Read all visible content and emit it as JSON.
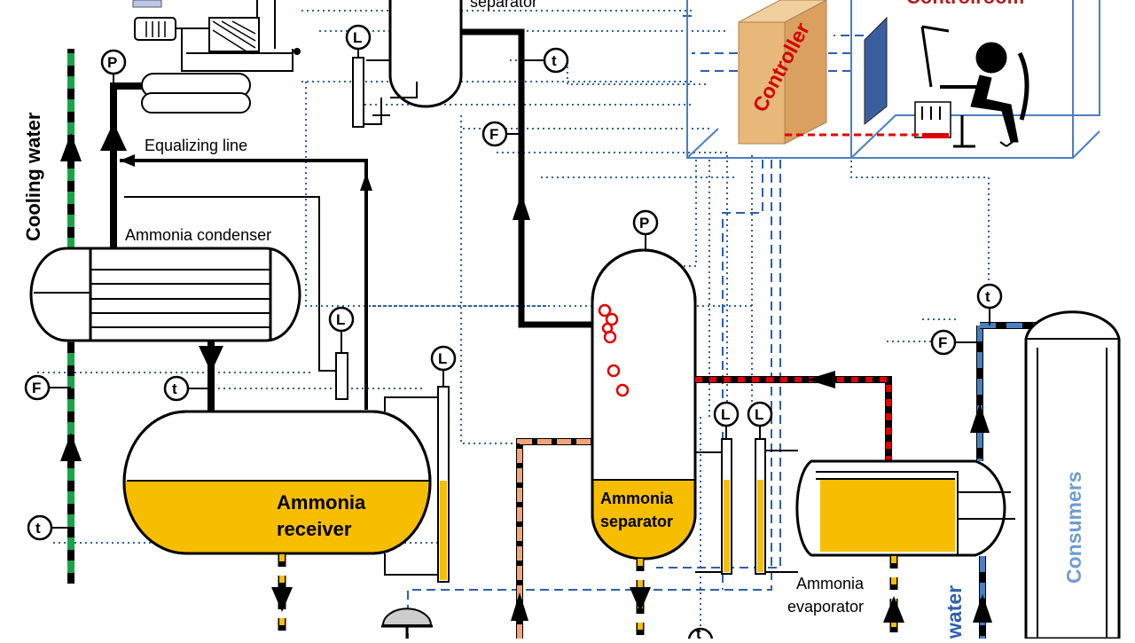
{
  "labels": {
    "cooling_water": "Cooling water",
    "equalizing_line": "Equalizing line",
    "ammonia_condenser": "Ammonia condenser",
    "ammonia_receiver_1": "Ammonia",
    "ammonia_receiver_2": "receiver",
    "ammonia_separator_1": "Ammonia",
    "ammonia_separator_2": "separator",
    "top_separator": "separator",
    "controller": "Controller",
    "control_room": "Controlroom",
    "ammonia_evaporator_1": "Ammonia",
    "ammonia_evaporator_2": "evaporator",
    "consumers": "Consumers",
    "water": "water"
  },
  "instruments": {
    "pressure": "P",
    "level": "L",
    "temperature": "t",
    "flow": "F"
  },
  "colors": {
    "liquid": "#f7be00",
    "signal": "#2f5fa8",
    "hot": "#e00000",
    "cooling": "#1aa34a",
    "brine": "#4a7fc1",
    "controller": "#e8b77a",
    "controller_text": "#d40000",
    "control_room_text": "#b02020",
    "consumers_text": "#6f9bd1"
  }
}
